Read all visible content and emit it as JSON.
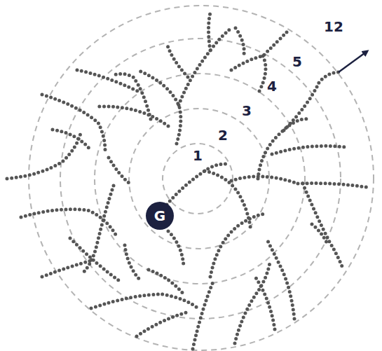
{
  "diagram": {
    "nodes": [
      {
        "text": [
          "G"
        ]
      }
    ],
    "labels": [
      "1",
      "2",
      "3",
      "4",
      "5",
      "12"
    ]
  }
}
